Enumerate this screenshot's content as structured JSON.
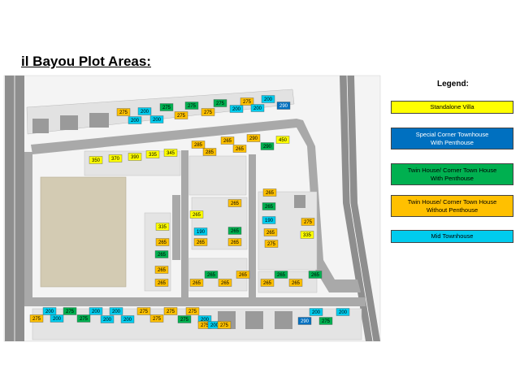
{
  "title": "il Bayou Plot Areas:",
  "legend": {
    "title": "Legend:",
    "items": [
      {
        "key": "villa",
        "label": "Standalone Villa",
        "color": "#FFFF00"
      },
      {
        "key": "special",
        "label": "Special Corner Townhouse\nWith Penthouse",
        "color": "#0070C0"
      },
      {
        "key": "twin_ph",
        "label": "Twin House/ Corner Town House\nWith Penthouse",
        "color": "#00B050"
      },
      {
        "key": "twin",
        "label": "Twin House/ Corner Town House\nWithout Penthouse",
        "color": "#FFC000"
      },
      {
        "key": "mid",
        "label": "Mid Townhouse",
        "color": "#00CCEE"
      }
    ]
  },
  "lots": [
    {
      "label": "275",
      "type": "twin"
    },
    {
      "label": "200",
      "type": "mid"
    },
    {
      "label": "200",
      "type": "mid"
    },
    {
      "label": "200",
      "type": "mid"
    },
    {
      "label": "275",
      "type": "twin_ph"
    },
    {
      "label": "275",
      "type": "twin"
    },
    {
      "label": "275",
      "type": "twin_ph"
    },
    {
      "label": "275",
      "type": "twin"
    },
    {
      "label": "275",
      "type": "twin_ph"
    },
    {
      "label": "200",
      "type": "mid"
    },
    {
      "label": "275",
      "type": "twin"
    },
    {
      "label": "200",
      "type": "mid"
    },
    {
      "label": "200",
      "type": "mid"
    },
    {
      "label": "290",
      "type": "special"
    },
    {
      "label": "350",
      "type": "villa"
    },
    {
      "label": "370",
      "type": "villa"
    },
    {
      "label": "390",
      "type": "villa"
    },
    {
      "label": "335",
      "type": "villa"
    },
    {
      "label": "345",
      "type": "villa"
    },
    {
      "label": "285",
      "type": "twin"
    },
    {
      "label": "285",
      "type": "twin"
    },
    {
      "label": "265",
      "type": "twin"
    },
    {
      "label": "265",
      "type": "twin"
    },
    {
      "label": "290",
      "type": "twin"
    },
    {
      "label": "290",
      "type": "twin_ph"
    },
    {
      "label": "450",
      "type": "villa"
    },
    {
      "label": "335",
      "type": "villa"
    },
    {
      "label": "265",
      "type": "villa"
    },
    {
      "label": "265",
      "type": "twin"
    },
    {
      "label": "190",
      "type": "mid"
    },
    {
      "label": "265",
      "type": "twin_ph"
    },
    {
      "label": "265",
      "type": "twin"
    },
    {
      "label": "265",
      "type": "twin"
    },
    {
      "label": "265",
      "type": "twin"
    },
    {
      "label": "265",
      "type": "twin_ph"
    },
    {
      "label": "190",
      "type": "mid"
    },
    {
      "label": "265",
      "type": "twin"
    },
    {
      "label": "275",
      "type": "twin"
    },
    {
      "label": "275",
      "type": "twin"
    },
    {
      "label": "335",
      "type": "villa"
    },
    {
      "label": "265",
      "type": "twin"
    },
    {
      "label": "265",
      "type": "twin_ph"
    },
    {
      "label": "265",
      "type": "twin"
    },
    {
      "label": "265",
      "type": "twin"
    },
    {
      "label": "265",
      "type": "twin_ph"
    },
    {
      "label": "265",
      "type": "twin"
    },
    {
      "label": "265",
      "type": "twin"
    },
    {
      "label": "265",
      "type": "twin"
    },
    {
      "label": "265",
      "type": "twin_ph"
    },
    {
      "label": "265",
      "type": "twin"
    },
    {
      "label": "265",
      "type": "twin"
    },
    {
      "label": "265",
      "type": "twin_ph"
    },
    {
      "label": "200",
      "type": "mid"
    },
    {
      "label": "275",
      "type": "twin_ph"
    },
    {
      "label": "275",
      "type": "twin"
    },
    {
      "label": "200",
      "type": "mid"
    },
    {
      "label": "200",
      "type": "mid"
    },
    {
      "label": "200",
      "type": "mid"
    },
    {
      "label": "275",
      "type": "twin_ph"
    },
    {
      "label": "200",
      "type": "mid"
    },
    {
      "label": "200",
      "type": "mid"
    },
    {
      "label": "275",
      "type": "twin"
    },
    {
      "label": "275",
      "type": "twin"
    },
    {
      "label": "275",
      "type": "twin"
    },
    {
      "label": "275",
      "type": "twin_ph"
    },
    {
      "label": "275",
      "type": "twin"
    },
    {
      "label": "200",
      "type": "mid"
    },
    {
      "label": "200",
      "type": "mid"
    },
    {
      "label": "275",
      "type": "twin_ph"
    },
    {
      "label": "200",
      "type": "mid"
    },
    {
      "label": "290",
      "type": "special"
    },
    {
      "label": "275",
      "type": "twin"
    },
    {
      "label": "200",
      "type": "mid"
    },
    {
      "label": "275",
      "type": "twin"
    }
  ]
}
